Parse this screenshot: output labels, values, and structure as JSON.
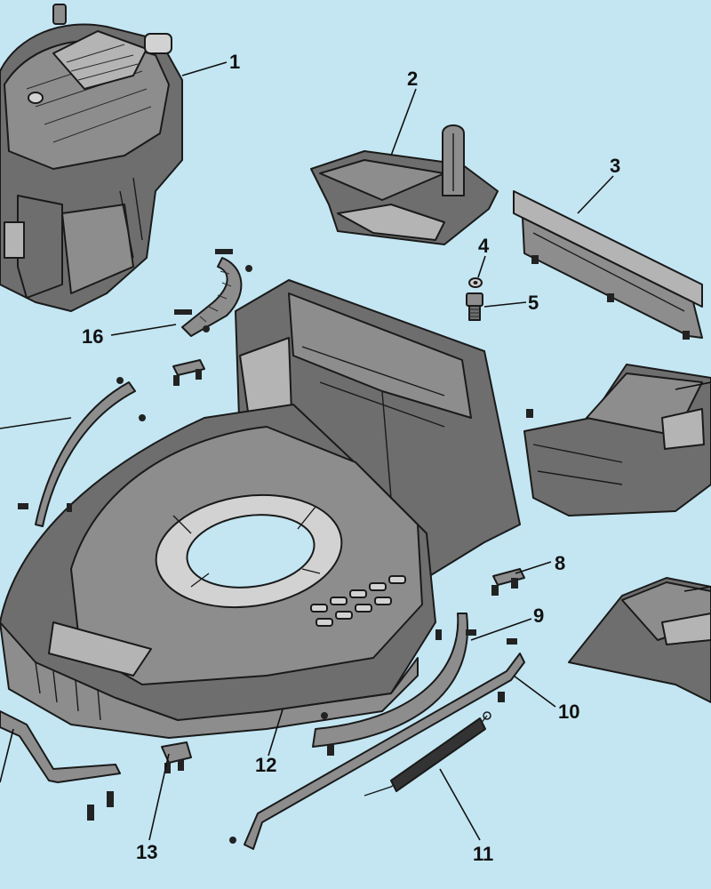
{
  "diagram": {
    "background": "#c3e6f2",
    "part_fill": "#6e6e6e",
    "outline": "#1a1a1a",
    "callouts": [
      "1",
      "2",
      "3",
      "4",
      "5",
      "8",
      "9",
      "10",
      "11",
      "12",
      "13",
      "16"
    ]
  }
}
